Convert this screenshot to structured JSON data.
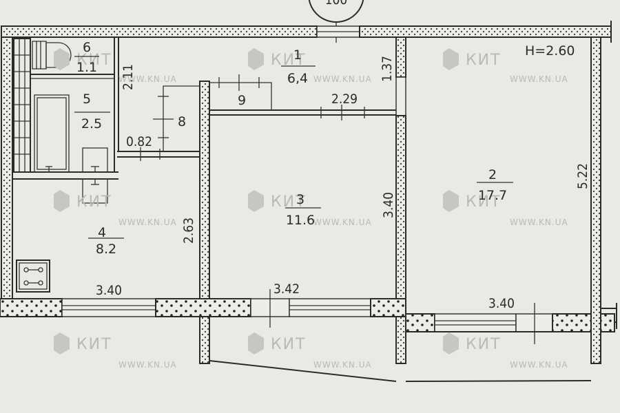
{
  "plan": {
    "ceiling_height": "H=2.60",
    "axis_marker": "100",
    "rooms": [
      {
        "number": "1",
        "area": "6,4"
      },
      {
        "number": "2",
        "area": "17.7"
      },
      {
        "number": "3",
        "area": "11.6"
      },
      {
        "number": "4",
        "area": "8.2"
      },
      {
        "number": "5",
        "area": "2.5"
      },
      {
        "number": "6",
        "area": "1.1"
      },
      {
        "number": "8",
        "area": ""
      },
      {
        "number": "9",
        "area": ""
      }
    ],
    "dimensions": {
      "hall_height": "1.37",
      "hall_width": "2.29",
      "corridor_height": "2.11",
      "niche_width": "0.82",
      "kitchen_height": "2.63",
      "kitchen_width": "3.40",
      "room3_height": "3.40",
      "room3_width": "3.42",
      "room2_height": "5.22",
      "room2_width": "3.40"
    }
  },
  "watermark": {
    "brand": "КИТ",
    "url": "WWW.KN.UA"
  },
  "colors": {
    "paper": "#e9e9e6",
    "ink": "#2a2a2a",
    "watermark": "#b9b9b6"
  }
}
